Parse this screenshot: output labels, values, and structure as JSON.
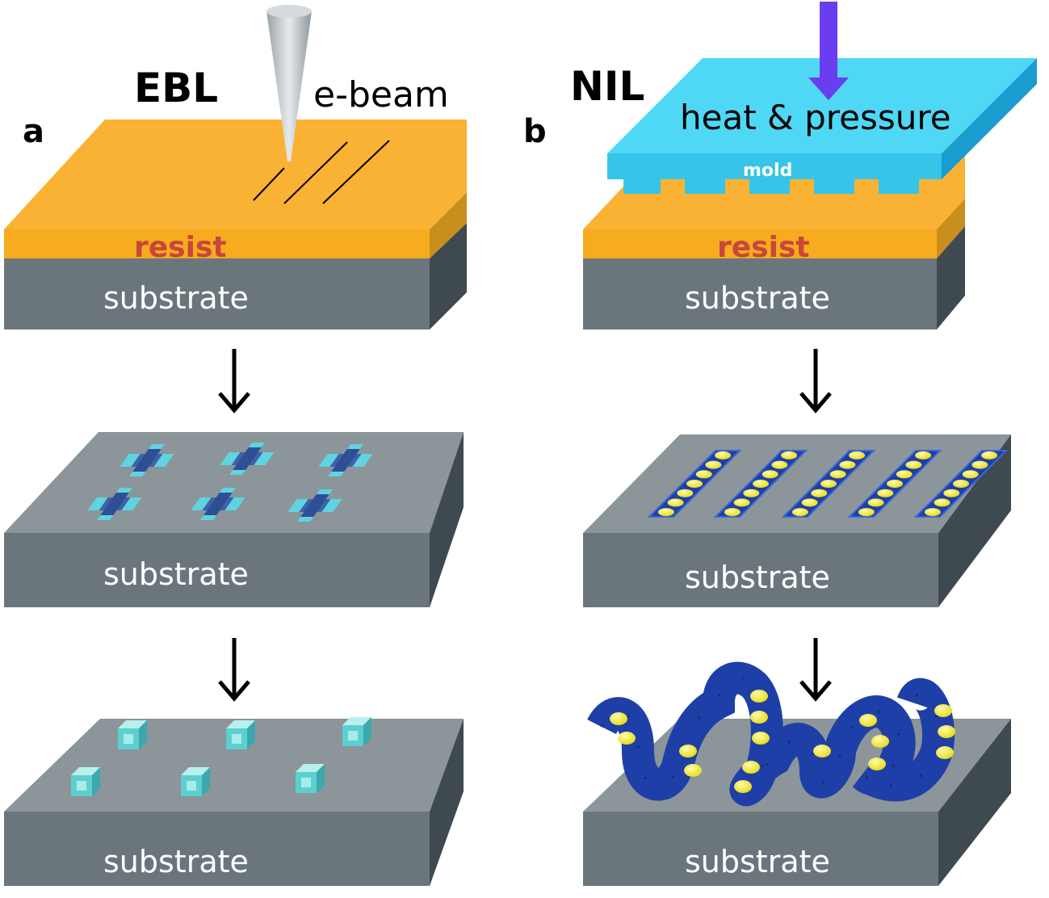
{
  "panels": {
    "a": {
      "letter": "a",
      "method": "EBL",
      "beam_label": "e-beam",
      "resist_label": "resist",
      "substrate_labels": [
        "substrate",
        "substrate",
        "substrate"
      ]
    },
    "b": {
      "letter": "b",
      "method": "NIL",
      "process_label": "heat & pressure",
      "mold_label": "mold",
      "resist_label": "resist",
      "substrate_labels": [
        "substrate",
        "substrate",
        "substrate"
      ]
    }
  },
  "colors": {
    "resist_top": "#f9b233",
    "resist_side": "#c98f1d",
    "substrate_top": "#8c9599",
    "substrate_front": "#6a767c",
    "substrate_side": "#3f4a50",
    "mold": "#4fd8f5",
    "pressure_arrow": "#6a3df0",
    "ribbon": "#1f3fa8",
    "dots": "#f2ea22"
  }
}
